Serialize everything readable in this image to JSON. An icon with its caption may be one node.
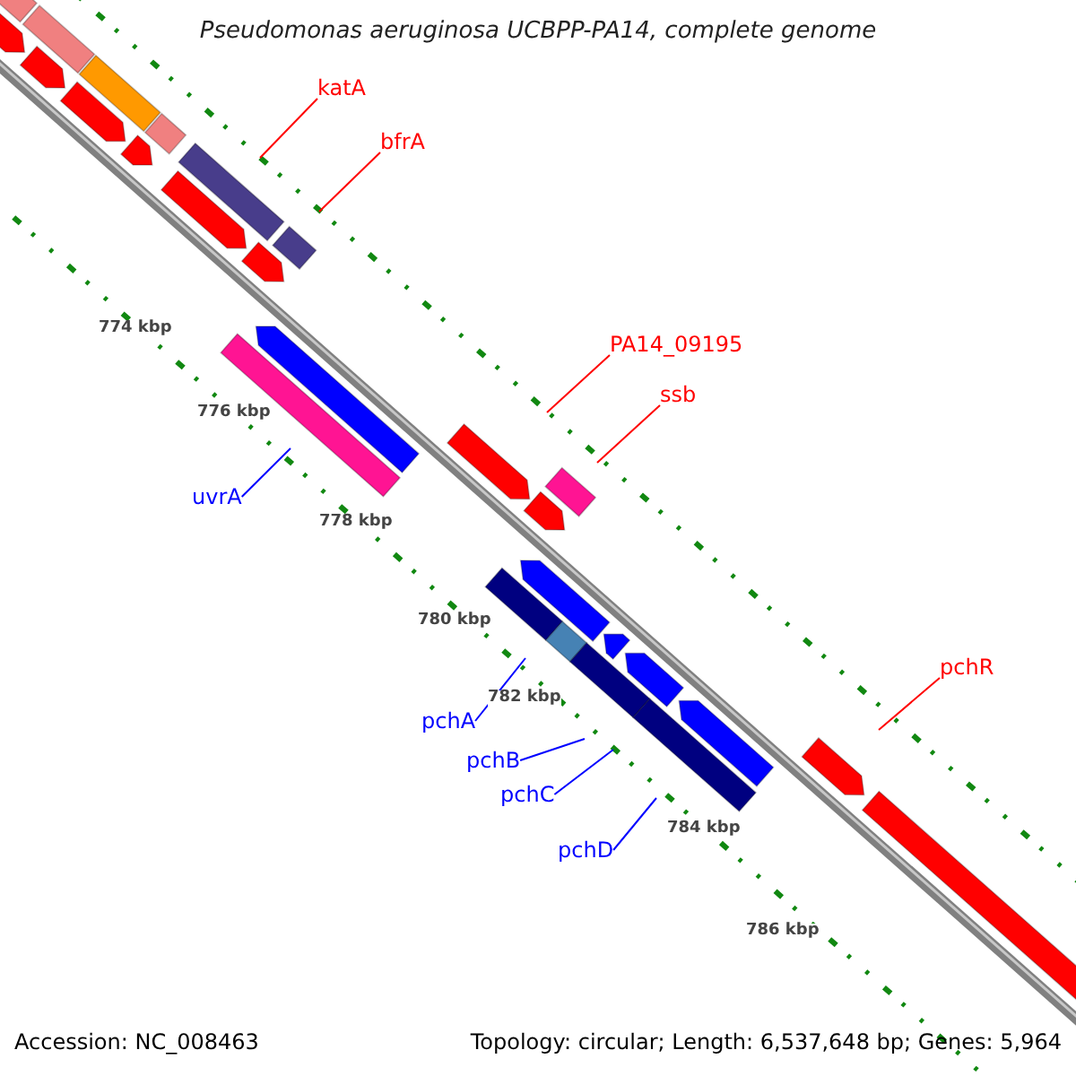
{
  "diagram": {
    "title": "Pseudomonas aeruginosa UCBPP-PA14, complete genome",
    "nodes": [
      {
        "text": [
          "katA"
        ]
      },
      {
        "text": [
          "bfrA"
        ]
      },
      {
        "text": [
          "PA14_09195"
        ]
      },
      {
        "text": [
          "ssb"
        ]
      },
      {
        "text": [
          "uvrA"
        ]
      },
      {
        "text": [
          "pchA"
        ]
      },
      {
        "text": [
          "pchB"
        ]
      },
      {
        "text": [
          "pchC"
        ]
      },
      {
        "text": [
          "pchD"
        ]
      },
      {
        "text": [
          "pchR"
        ]
      }
    ],
    "edges": [
      {
        "from": 0,
        "to": null,
        "arrow": "none"
      },
      {
        "from": 1,
        "to": null,
        "arrow": "none"
      },
      {
        "from": 2,
        "to": null,
        "arrow": "none"
      },
      {
        "from": 3,
        "to": null,
        "arrow": "none"
      },
      {
        "from": 4,
        "to": null,
        "arrow": "none",
        "color": "#0000ff"
      },
      {
        "from": 5,
        "to": null,
        "arrow": "none",
        "color": "#0000ff"
      },
      {
        "from": 6,
        "to": null,
        "arrow": "none",
        "color": "#0000ff"
      },
      {
        "from": 7,
        "to": null,
        "arrow": "none",
        "color": "#0000ff"
      },
      {
        "from": 8,
        "to": null,
        "arrow": "none",
        "color": "#0000ff"
      },
      {
        "from": 9,
        "to": null,
        "arrow": "none"
      }
    ],
    "labels": [
      "774 kbp",
      "776 kbp",
      "778 kbp",
      "780 kbp",
      "782 kbp",
      "784 kbp",
      "786 kbp",
      "Accession: NC_008463",
      "Topology: circular; Length: 6,537,648 bp; Genes: 5,964"
    ]
  }
}
